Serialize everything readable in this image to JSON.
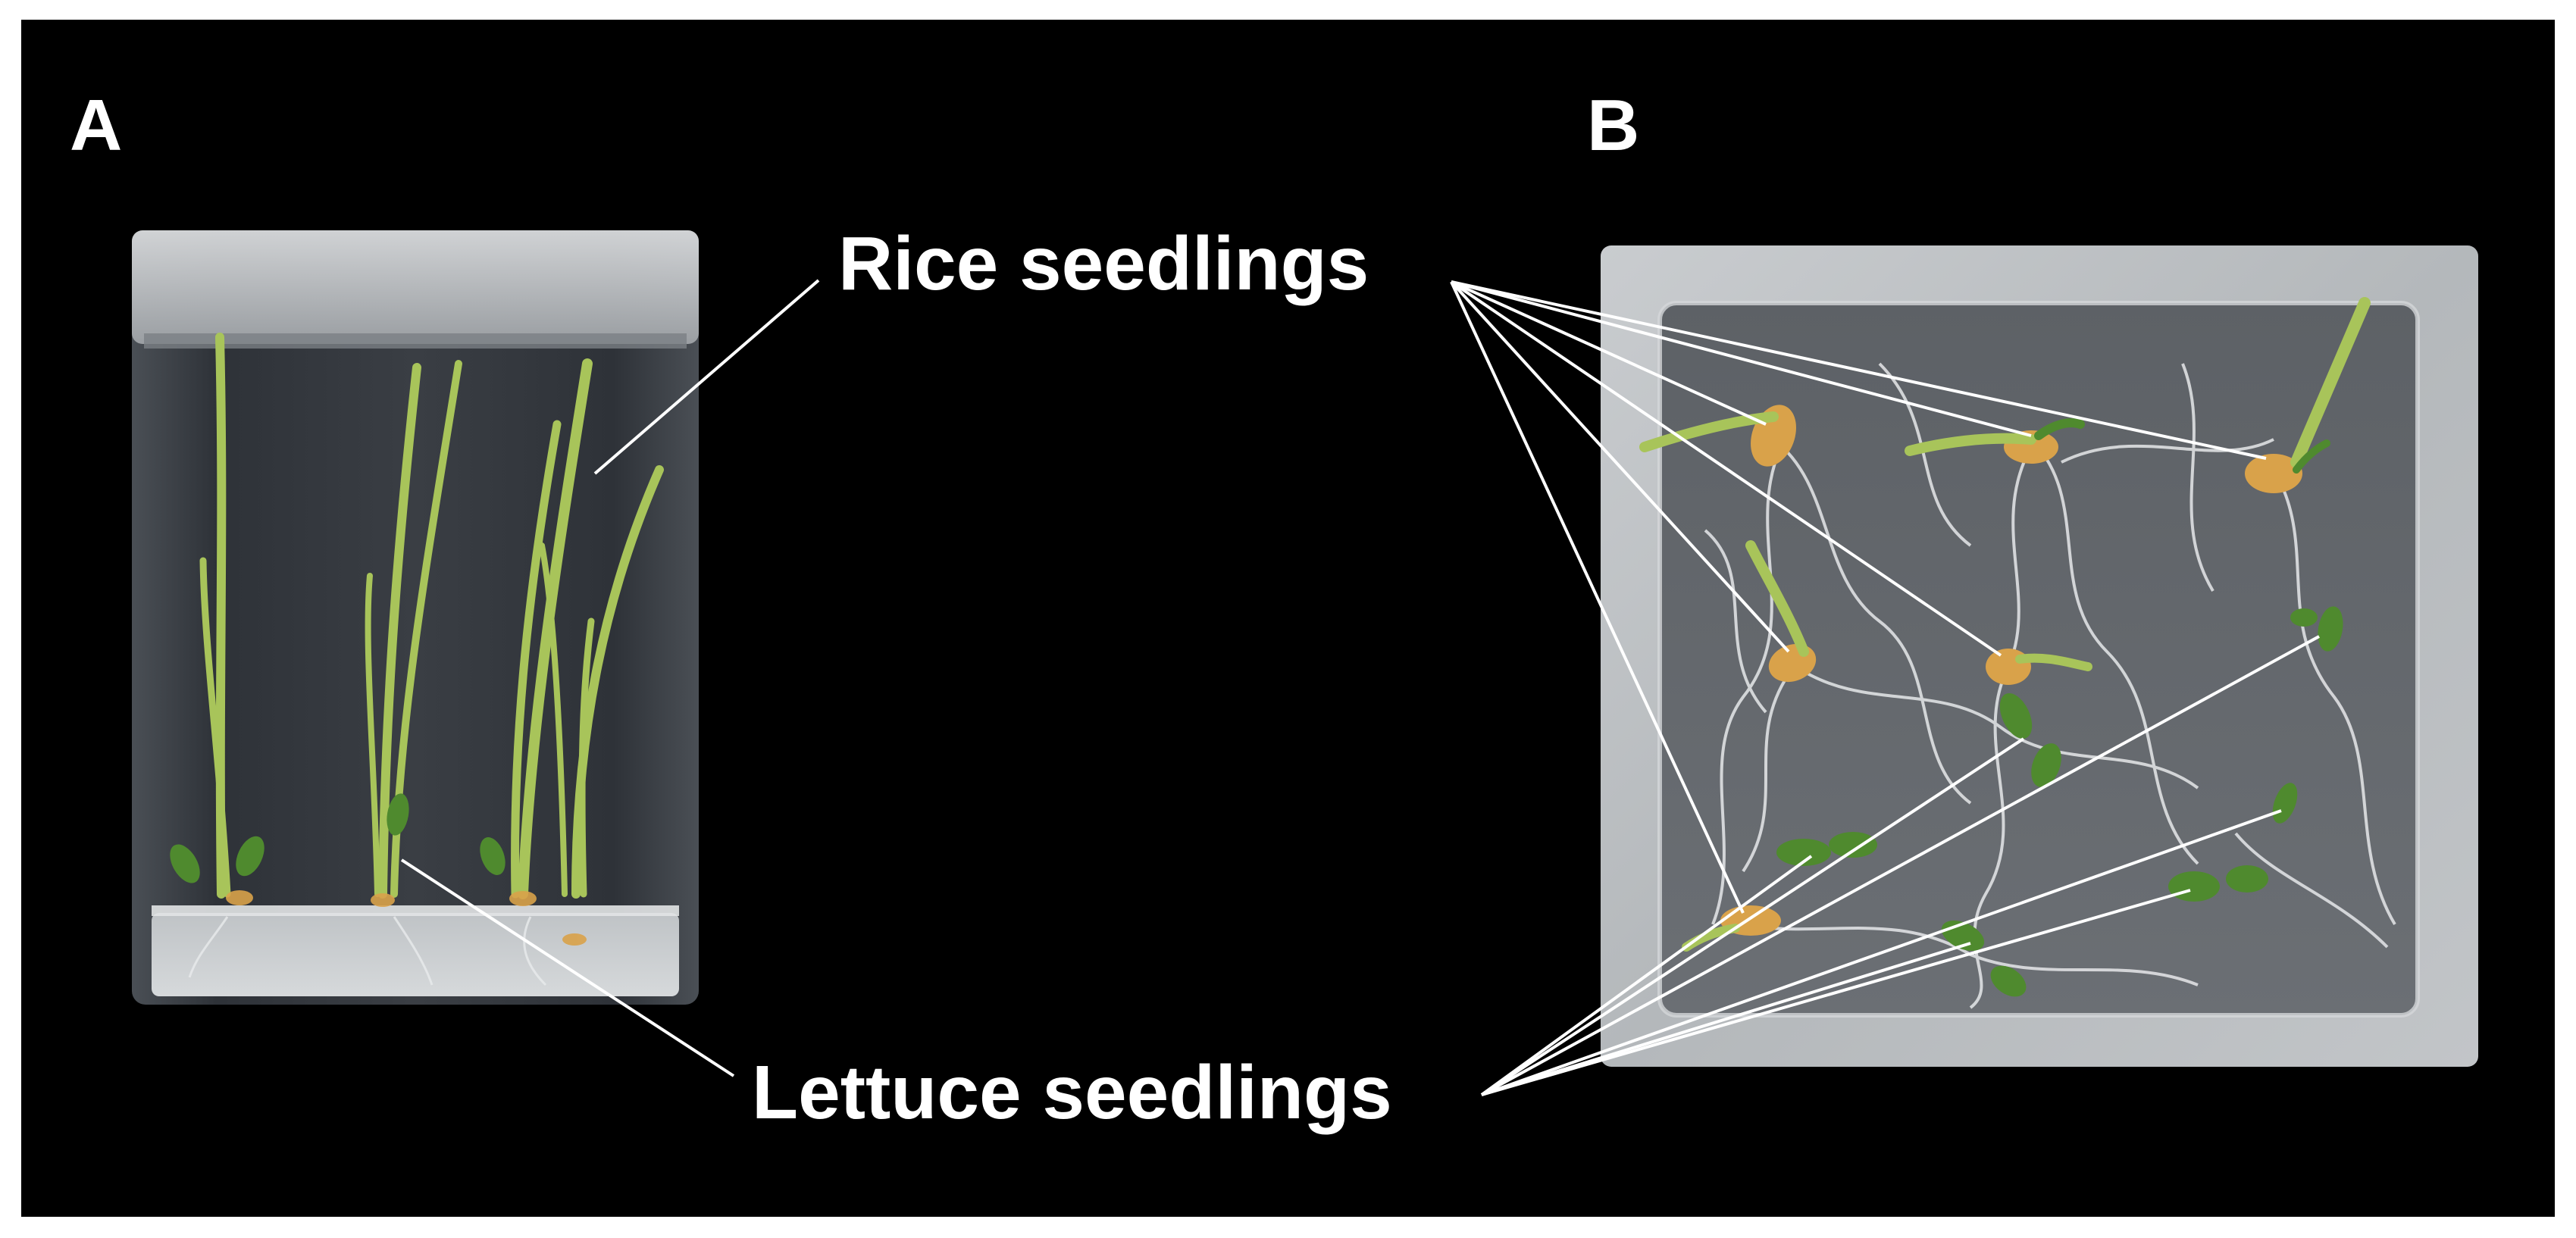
{
  "figure": {
    "panel_a_label": "A",
    "panel_b_label": "B",
    "rice_label": "Rice seedlings",
    "lettuce_label": "Lettuce seedlings"
  },
  "colors": {
    "background": "#000000",
    "frame": "#ffffff",
    "label_text": "#ffffff",
    "rice_leaf": "#a8c45a",
    "lettuce_leaf": "#4f8a2e",
    "rice_grain": "#d9a24a",
    "container": "#cfd3d6"
  }
}
